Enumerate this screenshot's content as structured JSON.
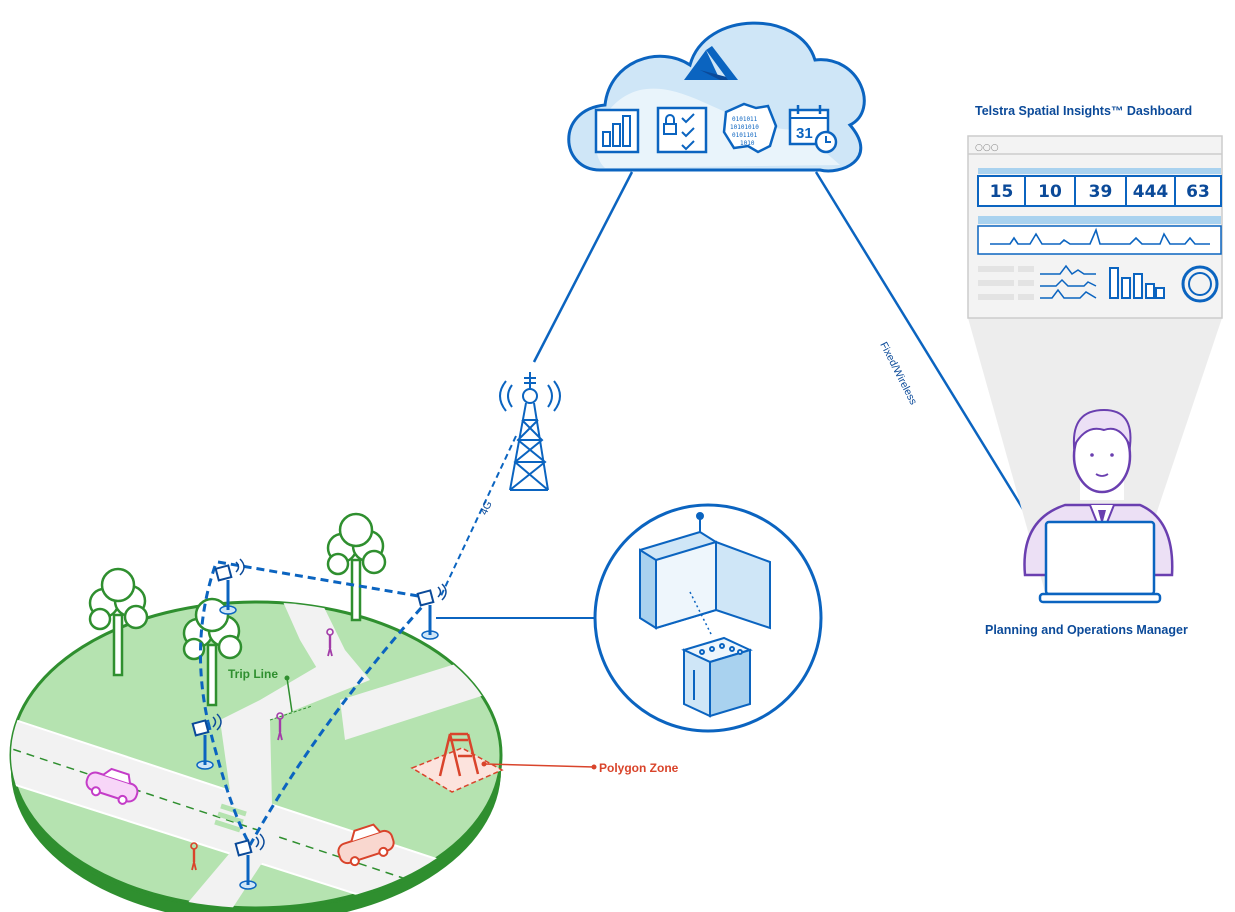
{
  "dashboard": {
    "title": "Telstra Spatial Insights™ Dashboard",
    "window_dots": "○○○",
    "kpis": [
      "15",
      "10",
      "39",
      "444",
      "63"
    ]
  },
  "cloud": {
    "icons": [
      "azure-logo-icon",
      "bar-chart-document-icon",
      "secure-checklist-icon",
      "australia-binary-map-icon",
      "calendar-clock-icon"
    ],
    "calendar_day": "31"
  },
  "connections": {
    "wired_label": "Fixed/Wireless",
    "cellular_label": "4G"
  },
  "person": {
    "role": "Planning and Operations Manager"
  },
  "park": {
    "trip_line_label": "Trip Line",
    "polygon_zone_label": "Polygon Zone"
  },
  "colors": {
    "brand_blue": "#0b64c0",
    "dark_blue": "#0b4a99",
    "light_blue": "#cfe6f7",
    "grass_green": "#b5e3b0",
    "green": "#2f8f2f",
    "road": "#f2f2f2",
    "zone_red": "#d9442b",
    "purple": "#a23ca8",
    "magenta": "#c43cc8"
  }
}
